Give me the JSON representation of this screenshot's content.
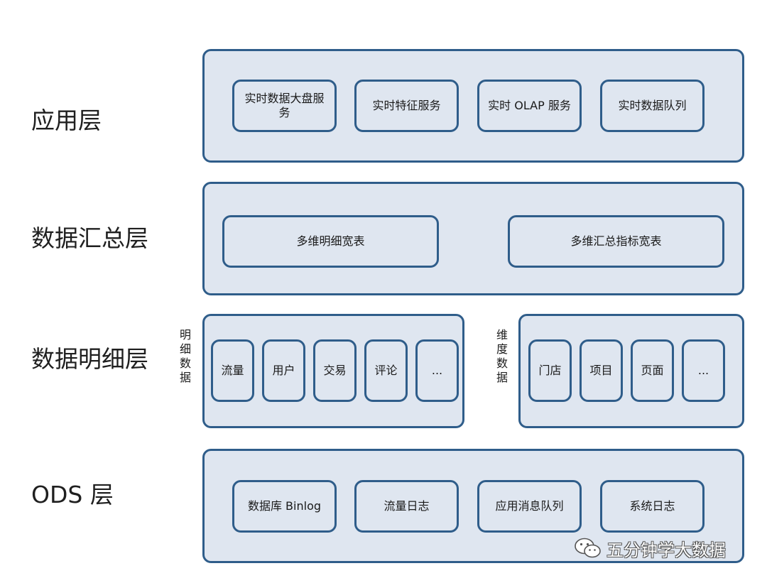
{
  "app_layer": {
    "label": "应用层",
    "items": [
      "实时数据大盘服务",
      "实时特征服务",
      "实时 OLAP 服务",
      "实时数据队列"
    ]
  },
  "summary_layer": {
    "label": "数据汇总层",
    "items": [
      "多维明细宽表",
      "多维汇总指标宽表"
    ]
  },
  "detail_layer": {
    "label": "数据明细层",
    "detail_group": {
      "label": "明细数据",
      "items": [
        "流量",
        "用户",
        "交易",
        "评论",
        "..."
      ]
    },
    "dimension_group": {
      "label": "维度数据",
      "items": [
        "门店",
        "项目",
        "页面",
        "..."
      ]
    }
  },
  "ods_layer": {
    "label": "ODS 层",
    "items": [
      "数据库 Binlog",
      "流量日志",
      "应用消息队列",
      "系统日志"
    ]
  },
  "watermark": {
    "text": "五分钟学大数据",
    "icon": "wechat-icon"
  },
  "colors": {
    "border": "#2f5d8a",
    "fill": "#dfe6f0"
  }
}
